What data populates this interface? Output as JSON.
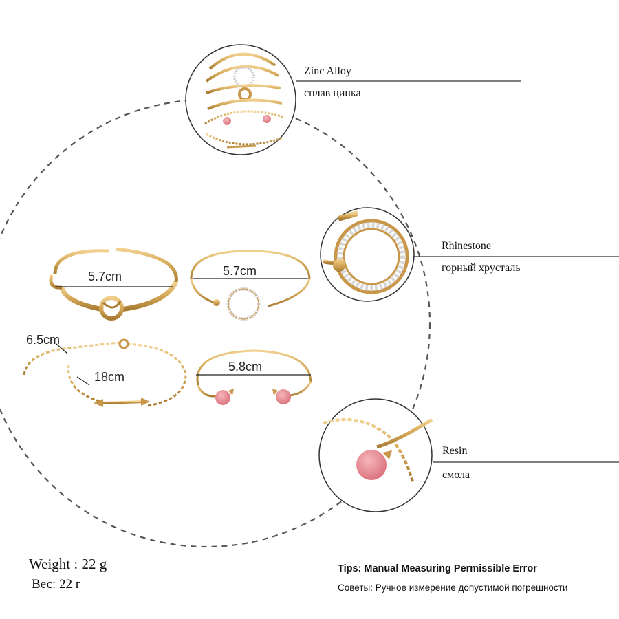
{
  "materials": {
    "zinc_alloy": {
      "en": "Zinc Alloy",
      "ru": "сплав цинка"
    },
    "rhinestone": {
      "en": "Rhinestone",
      "ru": "горный хрусталь"
    },
    "resin": {
      "en": "Resin",
      "ru": "смола"
    }
  },
  "measurements": {
    "knot_cuff": "5.7cm",
    "circle_cuff": "5.7cm",
    "chain_extender": "6.5cm",
    "chain_length": "18cm",
    "pink_cuff": "5.8cm"
  },
  "weight": {
    "en": "Weight : 22 g",
    "ru": "Вес: 22 г"
  },
  "tips": {
    "en": "Tips: Manual Measuring Permissible Error",
    "ru": "Советы: Ручное измерение допустимой погрешности"
  },
  "colors": {
    "gold": "#d4a857",
    "gold_dark": "#a97c33",
    "pink": "#e88e95",
    "dashed_circle": "#555555"
  }
}
